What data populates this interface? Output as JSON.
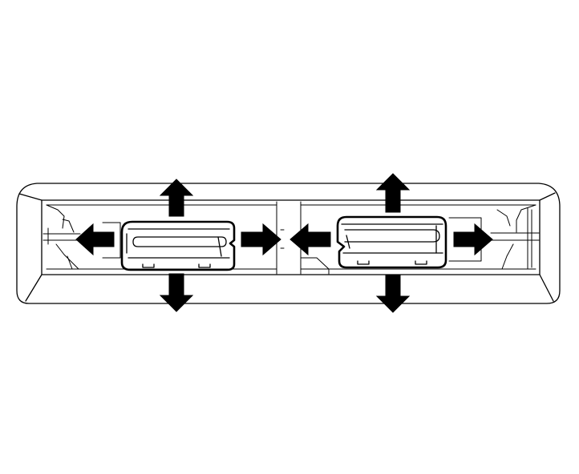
{
  "diagram": {
    "subject": "vent-tab-assembly-line-drawing",
    "colors": {
      "background": "#ffffff",
      "line": "#000000",
      "arrow_fill": "#000000"
    },
    "parts": [
      "outer-bezel",
      "inner-recess",
      "left-tab",
      "right-tab",
      "center-divider"
    ],
    "arrows": [
      {
        "name": "left-tab-up-arrow",
        "direction": "up"
      },
      {
        "name": "left-tab-down-arrow",
        "direction": "down"
      },
      {
        "name": "left-tab-left-arrow",
        "direction": "left"
      },
      {
        "name": "left-tab-right-arrow",
        "direction": "right"
      },
      {
        "name": "right-tab-up-arrow",
        "direction": "up"
      },
      {
        "name": "right-tab-down-arrow",
        "direction": "down"
      },
      {
        "name": "right-tab-left-arrow",
        "direction": "left"
      },
      {
        "name": "right-tab-right-arrow",
        "direction": "right"
      }
    ]
  }
}
